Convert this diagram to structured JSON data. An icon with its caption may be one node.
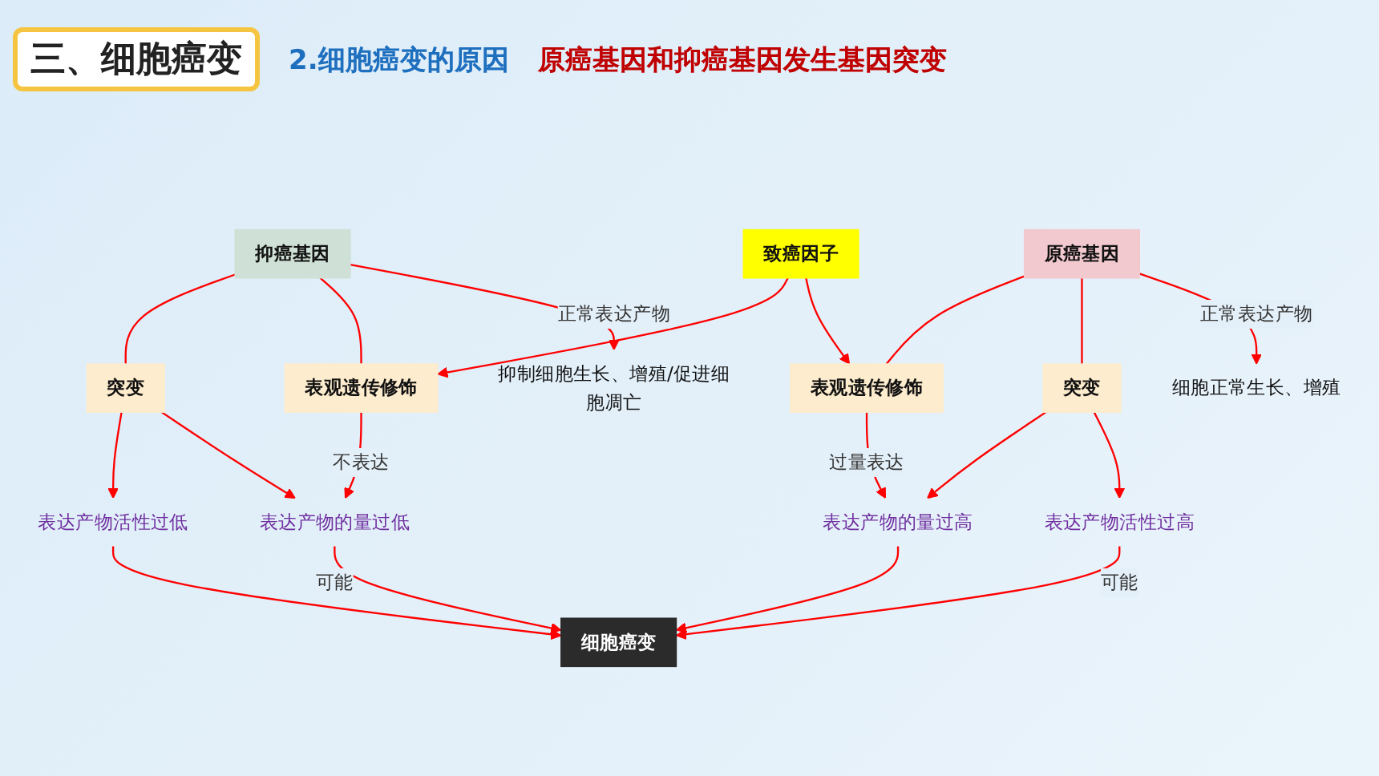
{
  "diagram": {
    "title": "三、细胞癌变",
    "nodes": [
      {
        "text": [
          "细胞正常生长、增殖"
        ]
      },
      {
        "text": [
          "抑制细胞生长、增殖/促进细胞凋亡"
        ]
      },
      {
        "text": [
          "原癌基因"
        ]
      },
      {
        "text": [
          "抑癌基因"
        ]
      },
      {
        "text": [
          "突变"
        ]
      },
      {
        "text": [
          "表观遗传修饰"
        ]
      },
      {
        "text": [
          "致癌因子"
        ]
      },
      {
        "text": [
          "表观遗传修饰"
        ]
      },
      {
        "text": [
          "突变"
        ]
      },
      {
        "text": [
          "表达产物活性过高"
        ]
      },
      {
        "text": [
          "表达产物的量过高"
        ]
      },
      {
        "text": [
          "表达产物的量过低"
        ]
      },
      {
        "text": [
          "表达产物活性过低"
        ]
      },
      {
        "text": [
          "细胞癌变"
        ]
      }
    ],
    "edges": [
      {
        "from": 2,
        "to": 0,
        "arrow": "to",
        "label": "正常表达产物"
      },
      {
        "from": 3,
        "to": 1,
        "arrow": "to",
        "label": "正常表达产物"
      },
      {
        "from": 2,
        "to": 4,
        "arrow": "none"
      },
      {
        "from": 2,
        "to": 5,
        "arrow": "none"
      },
      {
        "from": 3,
        "to": 7,
        "arrow": "none"
      },
      {
        "from": 3,
        "to": 8,
        "arrow": "none"
      },
      {
        "from": 6,
        "to": 5,
        "arrow": "to"
      },
      {
        "from": 6,
        "to": 7,
        "arrow": "to"
      },
      {
        "from": 4,
        "to": 9,
        "arrow": "to"
      },
      {
        "from": 4,
        "to": 10,
        "arrow": "to"
      },
      {
        "from": 5,
        "to": 10,
        "arrow": "to",
        "label": "过量表达"
      },
      {
        "from": 7,
        "to": 11,
        "arrow": "to",
        "label": "不表达"
      },
      {
        "from": 8,
        "to": 11,
        "arrow": "to"
      },
      {
        "from": 8,
        "to": 12,
        "arrow": "to"
      },
      {
        "from": 9,
        "to": 13,
        "arrow": "to",
        "label": "可能"
      },
      {
        "from": 10,
        "to": 13,
        "arrow": "to"
      },
      {
        "from": 11,
        "to": 13,
        "arrow": "to",
        "label": "可能"
      },
      {
        "from": 12,
        "to": 13,
        "arrow": "to"
      }
    ],
    "labels": [
      "2.细胞癌变的原因",
      "原癌基因和抑癌基因发生基因突变"
    ]
  }
}
